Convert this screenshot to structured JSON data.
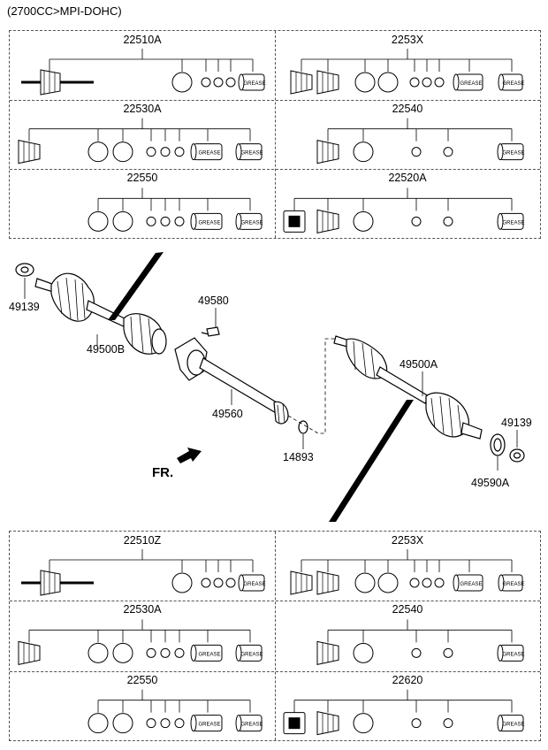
{
  "header": "(2700CC>MPI-DOHC)",
  "top_kits": [
    "22510A",
    "2253X",
    "22530A",
    "22540",
    "22550",
    "22520A"
  ],
  "bottom_kits": [
    "22510Z",
    "2253X",
    "22530A",
    "22540",
    "22550",
    "22620"
  ],
  "grease_label": "GREASE",
  "callouts": {
    "nut_left": "49139",
    "shaft_left": "49500B",
    "bolt": "49580",
    "center_shaft": "49560",
    "shaft_right": "49500A",
    "nut_right": "49139",
    "circlip": "14893",
    "seal": "49590A"
  },
  "direction_label": "FR."
}
